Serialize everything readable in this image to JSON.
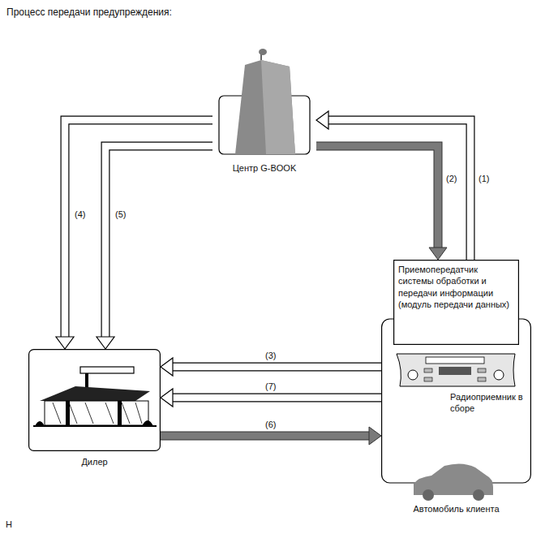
{
  "diagram": {
    "title": "Процесс передачи предупреждения:",
    "nodes": [
      {
        "text": [
          "Центр G-BOOK"
        ]
      },
      {
        "text": [
          "Дилер"
        ]
      },
      {
        "text": [
          "Автомобиль клиента"
        ]
      },
      {
        "text": [
          "Приемопередатчик системы обработки и передачи информации (модуль передачи данных)"
        ],
        "in": 2
      },
      {
        "text": [
          "Радиоприемник в сборе"
        ],
        "in": 2
      }
    ],
    "edges": [
      {
        "from": 3,
        "to": 0,
        "arrow": "to",
        "label": "(1)"
      },
      {
        "from": 0,
        "to": 3,
        "arrow": "to",
        "label": "(2)"
      },
      {
        "from": 2,
        "to": 1,
        "arrow": "to",
        "label": "(3)"
      },
      {
        "from": 0,
        "to": 1,
        "arrow": "to",
        "label": "(4)"
      },
      {
        "from": 0,
        "to": 1,
        "arrow": "to",
        "label": "(5)"
      },
      {
        "from": 1,
        "to": 2,
        "arrow": "to",
        "label": "(6)"
      },
      {
        "from": 2,
        "to": 1,
        "arrow": "to",
        "label": "(7)"
      }
    ],
    "labels": [
      "Н"
    ]
  }
}
